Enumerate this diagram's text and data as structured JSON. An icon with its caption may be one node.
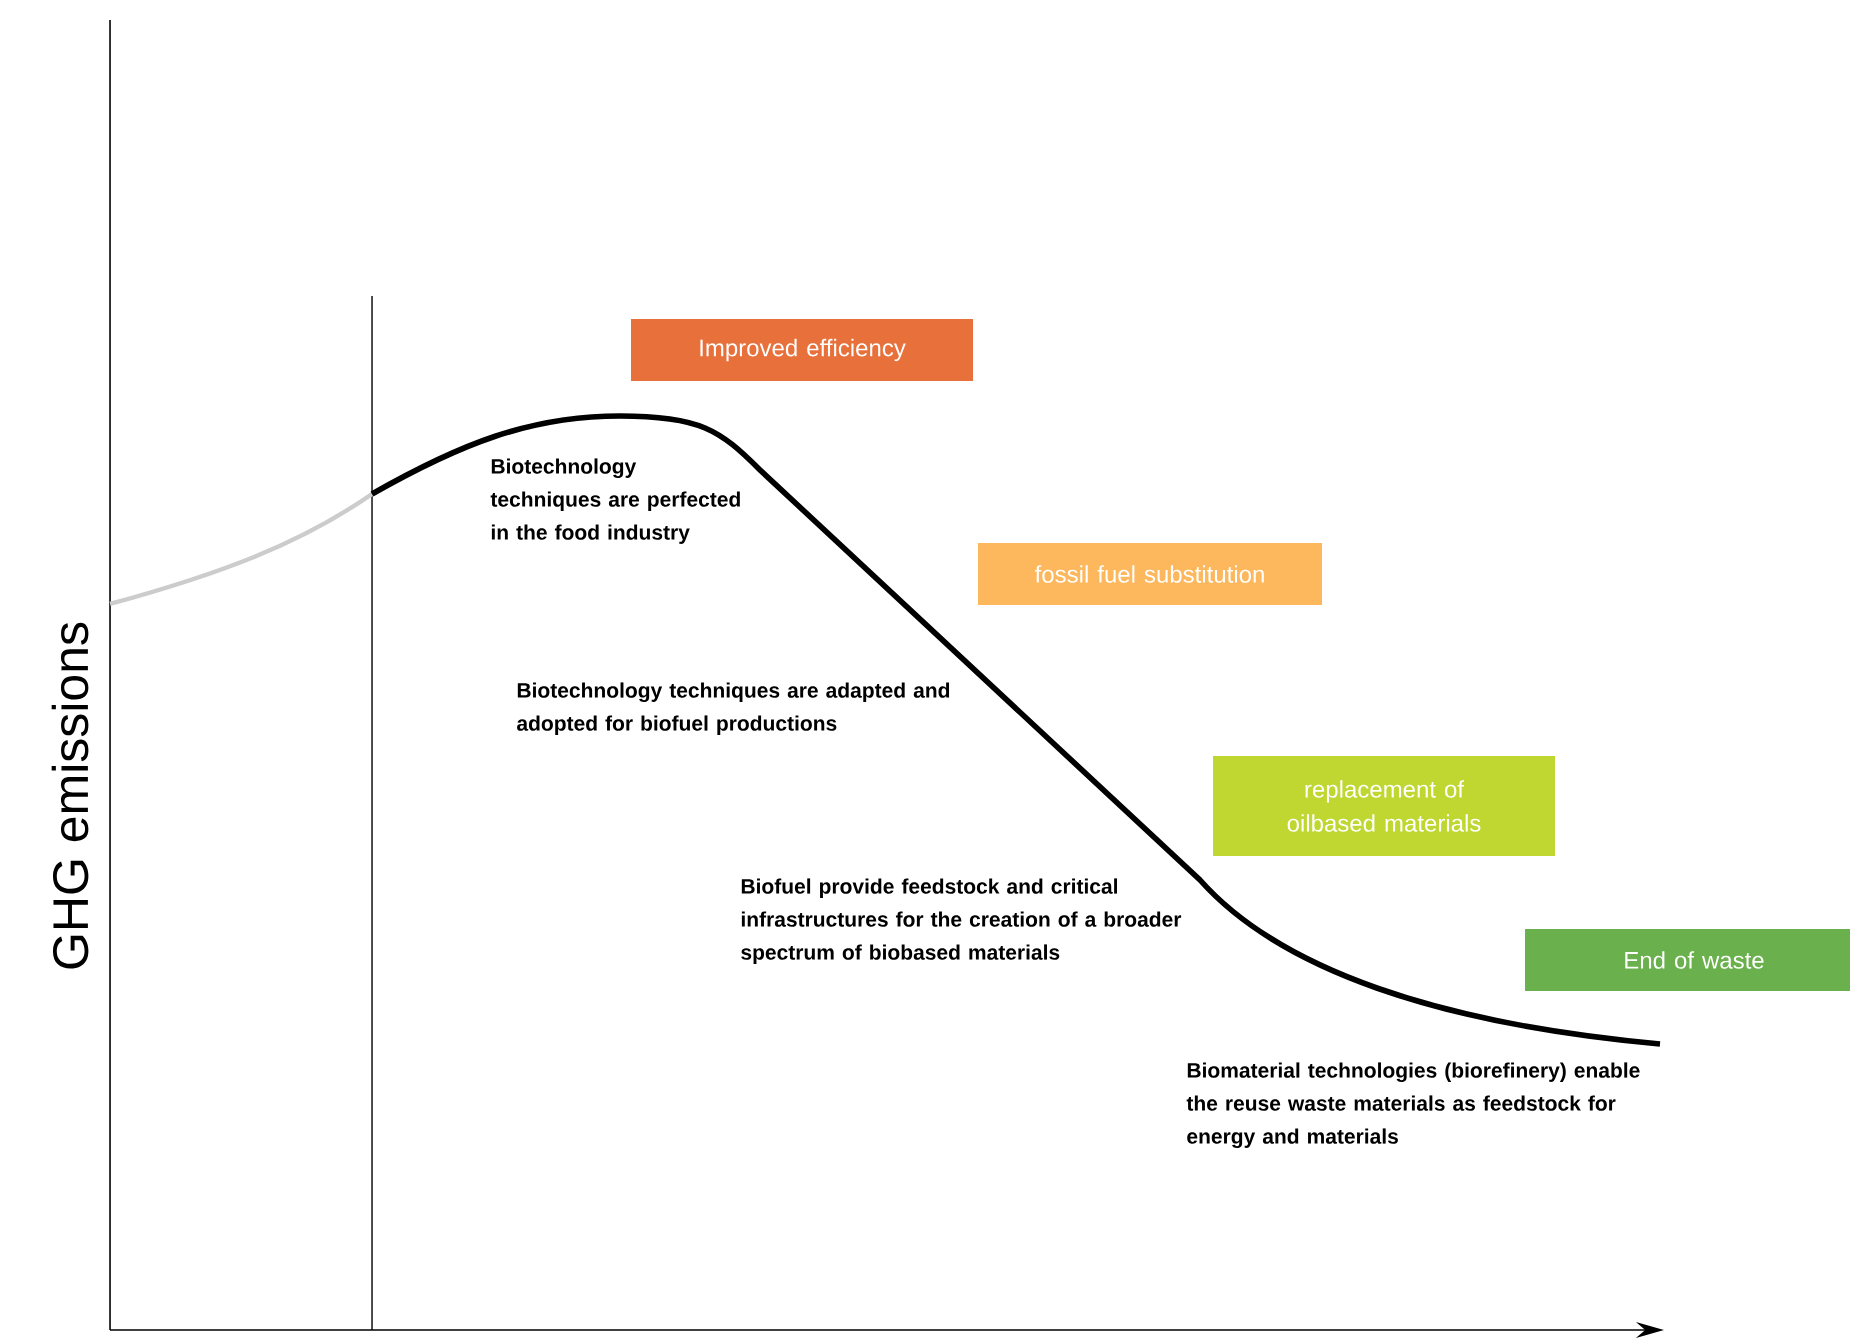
{
  "diagram": {
    "nodes": [
      {
        "text": [
          "Improved efficiency"
        ]
      },
      {
        "text": [
          "fossil fuel substitution"
        ]
      },
      {
        "text": [
          "replacement of oilbased materials"
        ]
      },
      {
        "text": [
          "End of waste"
        ]
      }
    ],
    "labels": [
      "Biotechnology techniques are perfected in the food industry",
      "Biotechnology techniques are adapted and adopted for biofuel productions",
      "Biofuel provide feedstock and critical infrastructures for the creation of a broader spectrum of biobased materials",
      "Biomaterial technologies (biorefinery) enable the reuse waste materials as feedstock for energy and materials",
      "GHG emissions"
    ]
  }
}
